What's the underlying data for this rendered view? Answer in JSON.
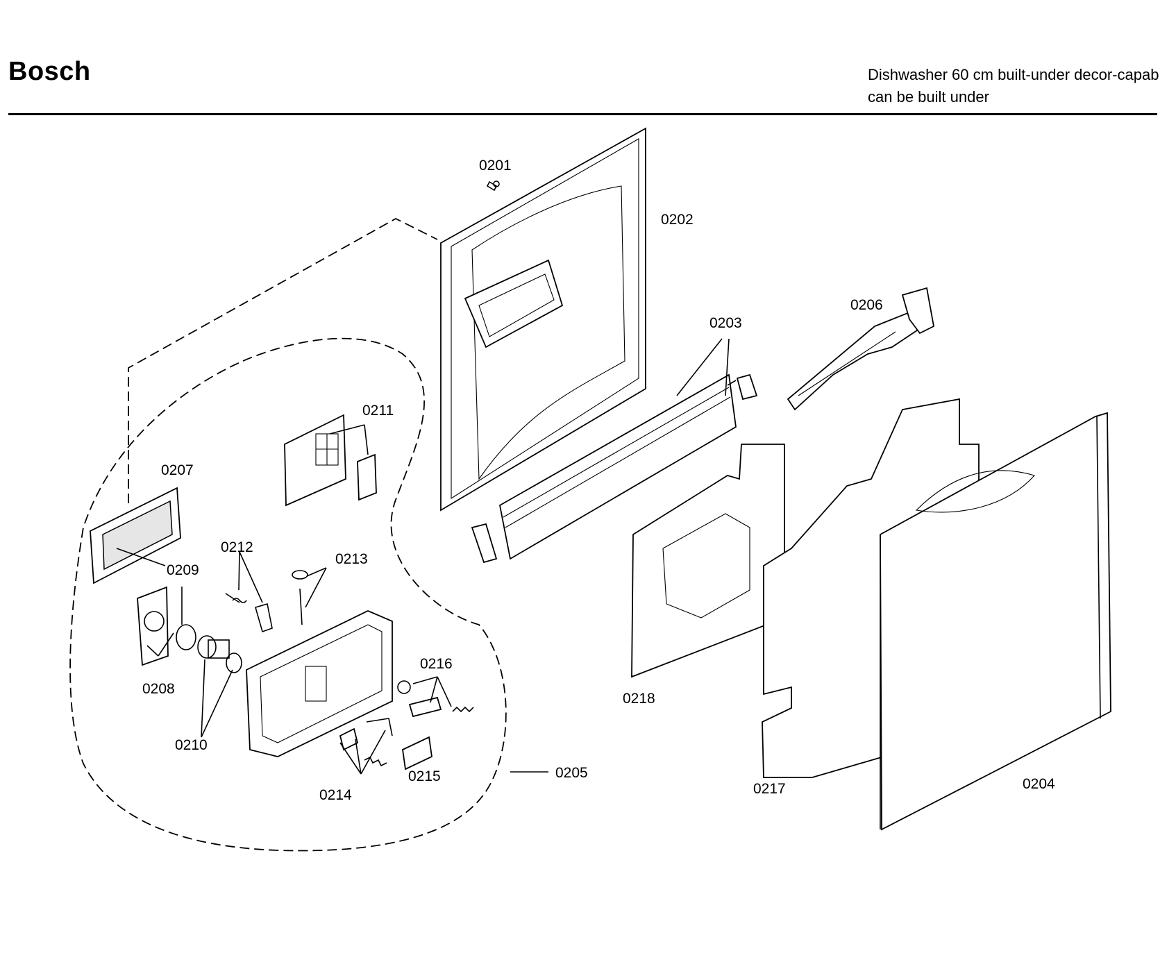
{
  "header": {
    "brand": "Bosch",
    "description_line1": "Dishwasher 60 cm built-under decor-capab",
    "description_line2": "can be built under"
  },
  "callouts": {
    "p0201": "0201",
    "p0202": "0202",
    "p0203": "0203",
    "p0204": "0204",
    "p0205": "0205",
    "p0206": "0206",
    "p0207": "0207",
    "p0208": "0208",
    "p0209": "0209",
    "p0210": "0210",
    "p0211": "0211",
    "p0212": "0212",
    "p0213": "0213",
    "p0214": "0214",
    "p0215": "0215",
    "p0216": "0216",
    "p0217": "0217",
    "p0218": "0218"
  }
}
